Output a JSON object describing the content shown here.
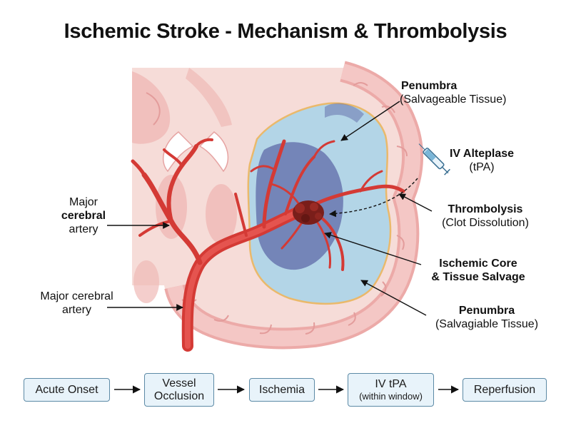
{
  "title": "Ischemic Stroke - Mechanism & Thrombolysis",
  "labels": {
    "penumbra_top": {
      "line1": "Penumbra",
      "line2": "(Salvageable Tissue)"
    },
    "tpa": {
      "line1": "IV Alteplase",
      "line2": "(tPA)"
    },
    "thrombolysis": {
      "line1": "Thrombolysis",
      "line2": "(Clot Dissolution)"
    },
    "core": {
      "line1": "Ischemic Core",
      "line2": "& Tissue Salvage"
    },
    "penumbra_bottom": {
      "line1": "Penumbra",
      "line2": "(Salvagiable Tissue)"
    },
    "artery_upper": {
      "line1": "Major",
      "line2": "cerebral",
      "line3": "artery"
    },
    "artery_lower": {
      "line1": "Major cerebral",
      "line2": "artery"
    }
  },
  "flow": {
    "steps": [
      {
        "label": "Acute Onset"
      },
      {
        "label": "Vessel Occlusion"
      },
      {
        "label": "Ischemia"
      },
      {
        "label": "IV tPA",
        "sub": "(within window)"
      },
      {
        "label": "Reperfusion"
      }
    ]
  },
  "colors": {
    "brain_fill": "#f4d3cf",
    "brain_outline": "#e6a3a2",
    "gyri_fill": "#f0b8b6",
    "penumbra": "#a8d4ea",
    "core": "#5f69a8",
    "border_orange": "#e8b358",
    "artery": "#d43a35",
    "artery_dark": "#a92522",
    "clot": "#7a1e1a",
    "flow_box_fill": "#e8f3fa",
    "flow_box_border": "#5c8aa6"
  },
  "icons": [
    "syringe-icon",
    "clot-icon",
    "arrow-right-icon"
  ]
}
